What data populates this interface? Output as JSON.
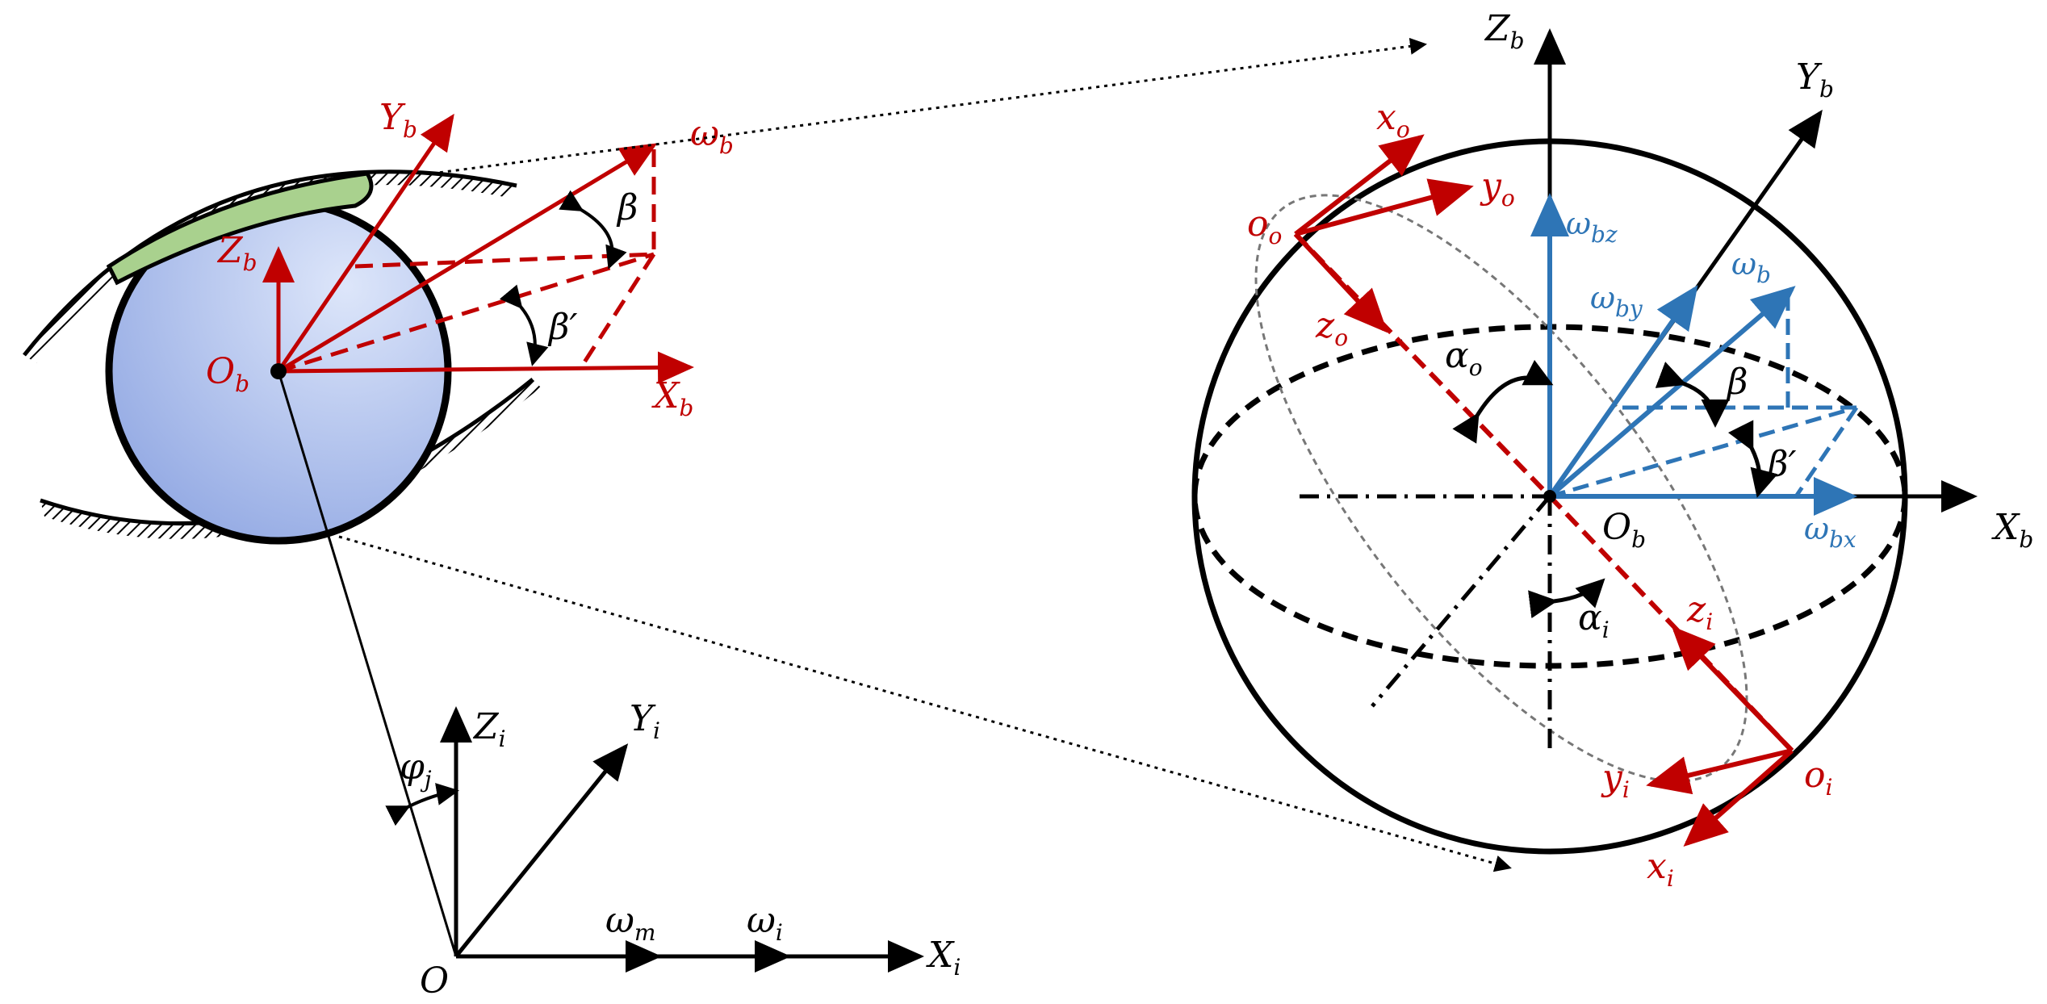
{
  "colors": {
    "red": "#c00000",
    "blue": "#2e75b6",
    "black": "#000000",
    "eyeball": "#9fb4e8",
    "eyelid": "#a9d18e"
  },
  "eye": {
    "Yb": {
      "base": "Y",
      "sub": "b"
    },
    "Zb": {
      "base": "Z",
      "sub": "b"
    },
    "Xb": {
      "base": "X",
      "sub": "b"
    },
    "Ob": {
      "base": "O",
      "sub": "b"
    },
    "omega_b": {
      "base": "ω",
      "sub": "b"
    },
    "beta": "β",
    "beta_prime": "β′"
  },
  "inertial": {
    "Zi": {
      "base": "Z",
      "sub": "i"
    },
    "Yi": {
      "base": "Y",
      "sub": "i"
    },
    "Xi": {
      "base": "X",
      "sub": "i"
    },
    "O": "O",
    "phi_j": {
      "base": "φ",
      "sub": "j"
    },
    "omega_m": {
      "base": "ω",
      "sub": "m"
    },
    "omega_i": {
      "base": "ω",
      "sub": "i"
    }
  },
  "sphere": {
    "Zb": {
      "base": "Z",
      "sub": "b"
    },
    "Yb": {
      "base": "Y",
      "sub": "b"
    },
    "Xb": {
      "base": "X",
      "sub": "b"
    },
    "Ob": {
      "base": "O",
      "sub": "b"
    },
    "xo": {
      "base": "x",
      "sub": "o"
    },
    "yo": {
      "base": "y",
      "sub": "o"
    },
    "oo": {
      "base": "o",
      "sub": "o"
    },
    "zo": {
      "base": "z",
      "sub": "o"
    },
    "alpha_o": {
      "base": "α",
      "sub": "o"
    },
    "alpha_i": {
      "base": "α",
      "sub": "i"
    },
    "zi": {
      "base": "z",
      "sub": "i"
    },
    "yi": {
      "base": "y",
      "sub": "i"
    },
    "oi": {
      "base": "o",
      "sub": "i"
    },
    "xi": {
      "base": "x",
      "sub": "i"
    },
    "omega_bz": {
      "base": "ω",
      "sub": "bz"
    },
    "omega_by": {
      "base": "ω",
      "sub": "by"
    },
    "omega_b": {
      "base": "ω",
      "sub": "b"
    },
    "omega_bx": {
      "base": "ω",
      "sub": "bx"
    },
    "beta": "β",
    "beta_prime": "β′"
  }
}
